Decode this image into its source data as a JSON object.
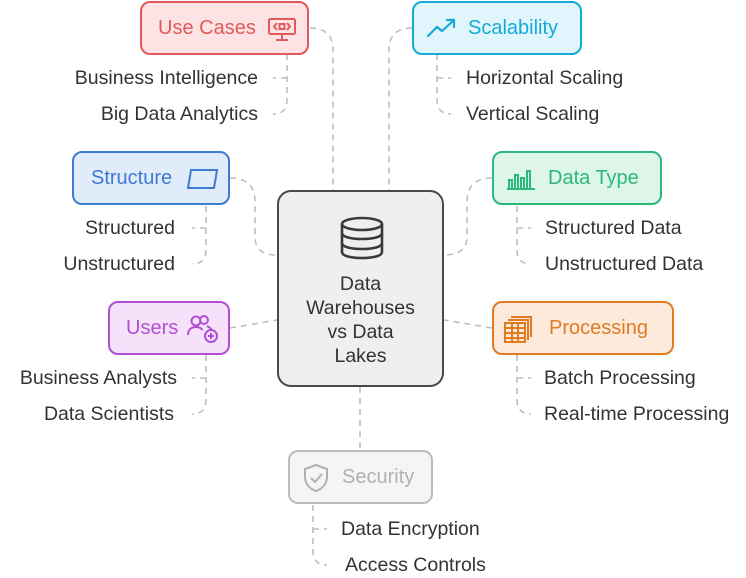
{
  "center": {
    "title": "Data\nWarehouses\nvs Data\nLakes",
    "icon": "database-icon"
  },
  "categories": {
    "use_cases": {
      "label": "Use Cases",
      "icon": "presentation-icon",
      "color": "#e05a5a",
      "fill": "#fde3e3",
      "items": [
        "Business Intelligence",
        "Big Data Analytics"
      ]
    },
    "scalability": {
      "label": "Scalability",
      "icon": "trending-up-icon",
      "color": "#16a9d8",
      "fill": "#e0f5fc",
      "items": [
        "Horizontal Scaling",
        "Vertical Scaling"
      ]
    },
    "structure": {
      "label": "Structure",
      "icon": "shape-icon",
      "color": "#3e7bd1",
      "fill": "#e1ecfa",
      "items": [
        "Structured",
        "Unstructured"
      ]
    },
    "data_type": {
      "label": "Data Type",
      "icon": "bar-chart-icon",
      "color": "#2db87b",
      "fill": "#ddf6e9",
      "items": [
        "Structured Data",
        "Unstructured Data"
      ]
    },
    "users": {
      "label": "Users",
      "icon": "add-user-icon",
      "color": "#b14fd1",
      "fill": "#f5e2fa",
      "items": [
        "Business Analysts",
        "Data Scientists"
      ]
    },
    "processing": {
      "label": "Processing",
      "icon": "table-icon",
      "color": "#e07b22",
      "fill": "#fdeada",
      "items": [
        "Batch Processing",
        "Real-time Processing"
      ]
    },
    "security": {
      "label": "Security",
      "icon": "shield-check-icon",
      "color": "#bcbcbc",
      "fill": "#f5f5f5",
      "items": [
        "Data Encryption",
        "Access Controls"
      ]
    }
  }
}
